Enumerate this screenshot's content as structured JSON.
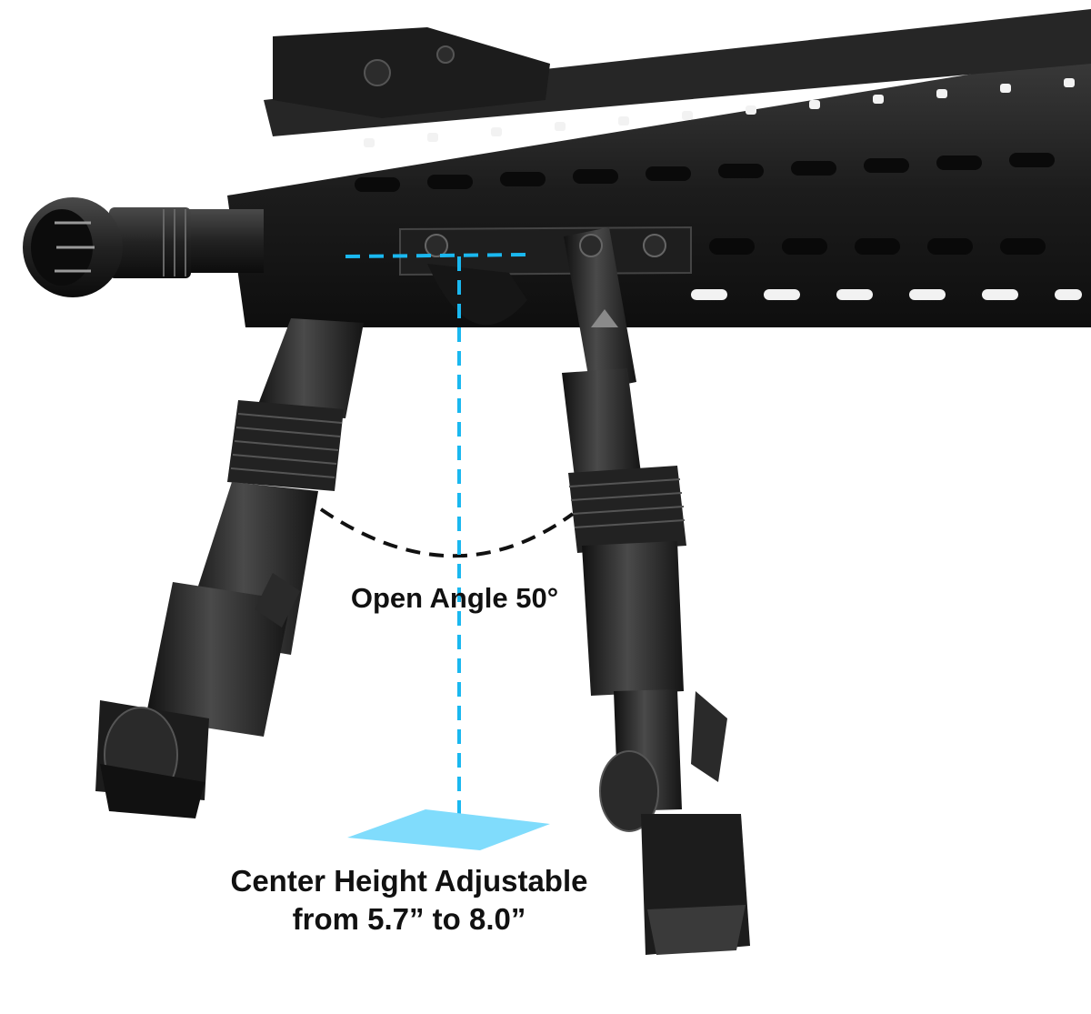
{
  "product": {
    "subject": "AR-style rifle with keymod handguard and adjustable bipod",
    "annotations": {
      "open_angle": "Open Angle 50°",
      "center_height_line1": "Center Height Adjustable",
      "center_height_line2": "from 5.7” to 8.0”"
    },
    "colors": {
      "guide_line": "#1ab8f0",
      "ground_plane": "#80dcfc",
      "angle_arc": "#111111",
      "metal_dark": "#1a1a1a",
      "metal_mid": "#2e2e2e",
      "metal_highlight": "#6a6a6a",
      "background": "#ffffff"
    }
  }
}
